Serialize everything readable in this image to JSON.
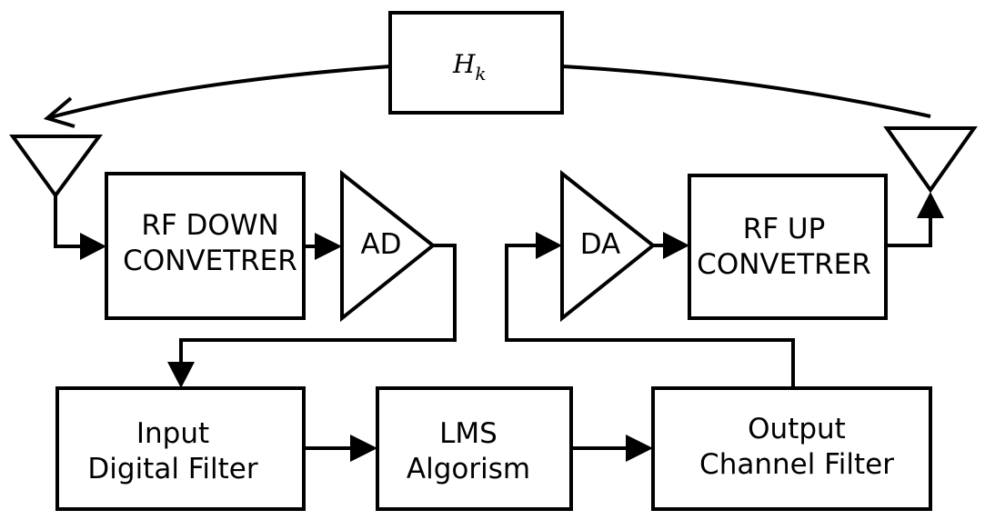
{
  "feedback": {
    "symbol": "H",
    "subscript": "k"
  },
  "blocks": {
    "rf_down": {
      "line1": "RF DOWN",
      "line2": "CONVETRER"
    },
    "ad": {
      "label": "AD"
    },
    "da": {
      "label": "DA"
    },
    "rf_up": {
      "line1": "RF UP",
      "line2": "CONVETRER"
    },
    "input_filter": {
      "line1": "Input",
      "line2": "Digital Filter"
    },
    "lms": {
      "line1": "LMS",
      "line2": "Algorism"
    },
    "output_filter": {
      "line1": "Output",
      "line2": "Channel Filter"
    }
  },
  "colors": {
    "line": "#000000",
    "background": "#ffffff"
  }
}
